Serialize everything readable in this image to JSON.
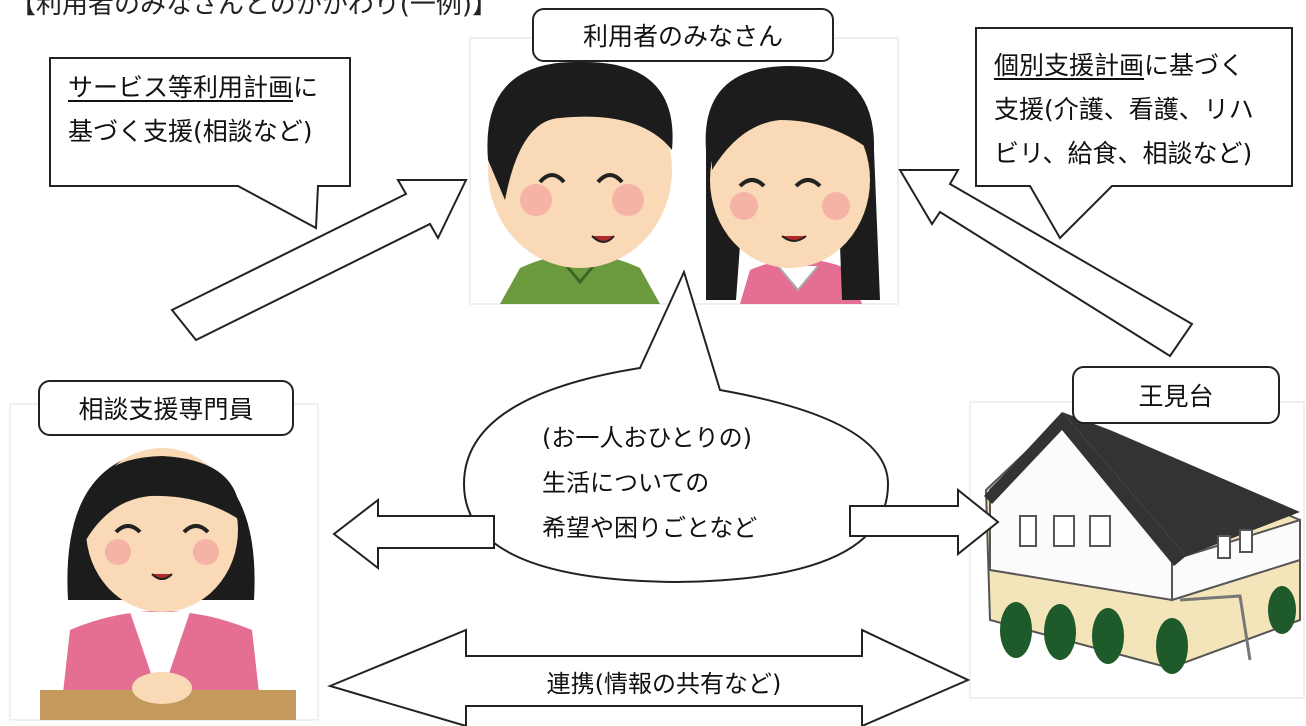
{
  "heading": "【利用者のみなさんとのかかわり(一例)】",
  "users": {
    "label": "利用者のみなさん"
  },
  "specialist": {
    "label": "相談支援専門員"
  },
  "facility": {
    "label": "王見台"
  },
  "left_bubble": {
    "underlined": "サービス等利用計画",
    "rest1": "に",
    "line2": "基づく支援(相談など)"
  },
  "right_bubble": {
    "underlined": "個別支援計画",
    "rest1": "に基づく",
    "line2": "支援(介護、看護、リハ",
    "line3": "ビリ、給食、相談など)"
  },
  "center_bubble": {
    "line1": "(お一人おひとりの)",
    "line2": "生活についての",
    "line3": "希望や困りごとなど"
  },
  "link": {
    "label": "連携(情報の共有など)"
  },
  "colors": {
    "stroke": "#222222",
    "skin": "#f9d9b6",
    "hair": "#1c1c1c",
    "green_shirt": "#6c9a3e",
    "pink_shirt": "#e46f92",
    "roof": "#333333",
    "wall_cream": "#f3e4b9",
    "tree": "#1f5a2a"
  }
}
